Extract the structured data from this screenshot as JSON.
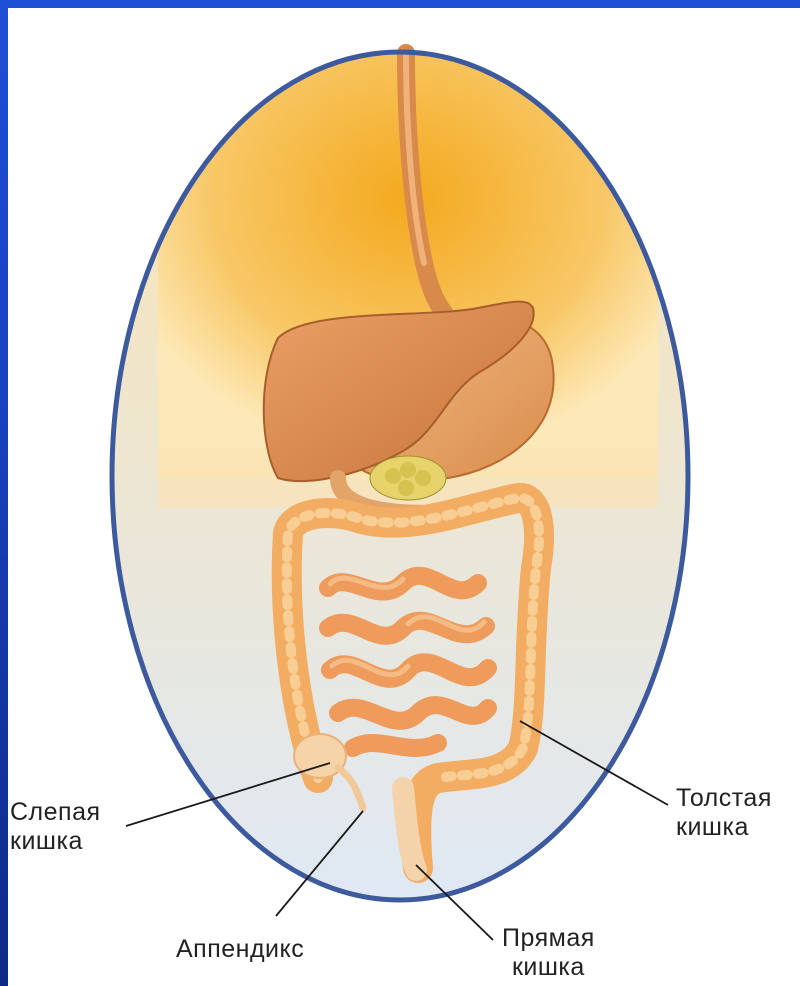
{
  "labels": {
    "cecum": {
      "line1": "Слепая",
      "line2": "кишка"
    },
    "colon": {
      "line1": "Толстая",
      "line2": "кишка"
    },
    "appendix": "Аппендикс",
    "rectum": {
      "line1": "Прямая",
      "line2": "кишка"
    }
  },
  "colors": {
    "slide_background": "#1b3fb8",
    "oval_border": "#3d5a9e",
    "background_glow": "#f6b730",
    "liver": "#d98a4a",
    "intestine": "#f2a65a",
    "leader_line": "#1a1a1a"
  }
}
